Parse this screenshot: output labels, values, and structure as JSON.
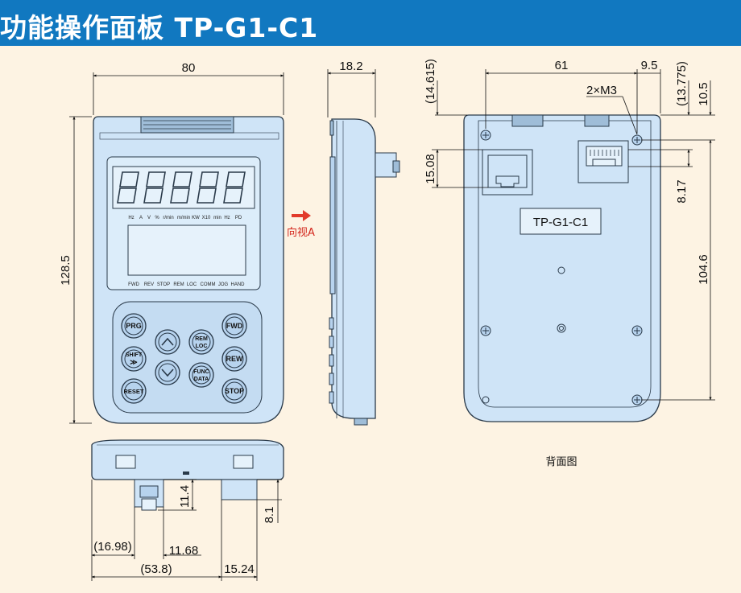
{
  "header": {
    "title": "功能操作面板  TP-G1-C1"
  },
  "front": {
    "width": "80",
    "height": "128.5",
    "unit_labels": [
      "Hz",
      "A",
      "V",
      "%",
      "r/min",
      "m/min",
      "KW",
      "X10",
      "min",
      "Hz",
      "PD"
    ],
    "status_labels": [
      "FWD",
      "REV",
      "STOP",
      "REM",
      "LOC",
      "COMM",
      "JOG",
      "HAND"
    ],
    "keys": {
      "prg": "PRG",
      "fwd": "FWD",
      "shift": "SHIFT",
      "shift_arrows": "≫",
      "rem_top": "REM",
      "rem_bottom": "LOC",
      "rew": "REW",
      "reset": "RESET",
      "func_top": "FUNC",
      "func_bottom": "DATA",
      "stop": "STOP"
    }
  },
  "side": {
    "depth": "18.2",
    "arrow_label": "向视A"
  },
  "back": {
    "width_61": "61",
    "width_9_5": "9.5",
    "screw_label": "2×M3",
    "dim_14615": "(14.615)",
    "dim_13775": "(13.775)",
    "dim_10_5": "10.5",
    "dim_15_08": "15.08",
    "dim_8_17": "8.17",
    "dim_104_6": "104.6",
    "model_label": "TP-G1-C1",
    "caption": "背面图"
  },
  "bottom": {
    "dim_11_4": "11.4",
    "dim_8_1": "8.1",
    "dim_16_98": "(16.98)",
    "dim_11_68": "11.68",
    "dim_53_8": "(53.8)",
    "dim_15_24": "15.24"
  },
  "colors": {
    "header_bg": "#1178c0",
    "page_bg": "#fdf3e3",
    "panel_fill": "#cfe4f7",
    "outline": "#2a3a4a"
  }
}
